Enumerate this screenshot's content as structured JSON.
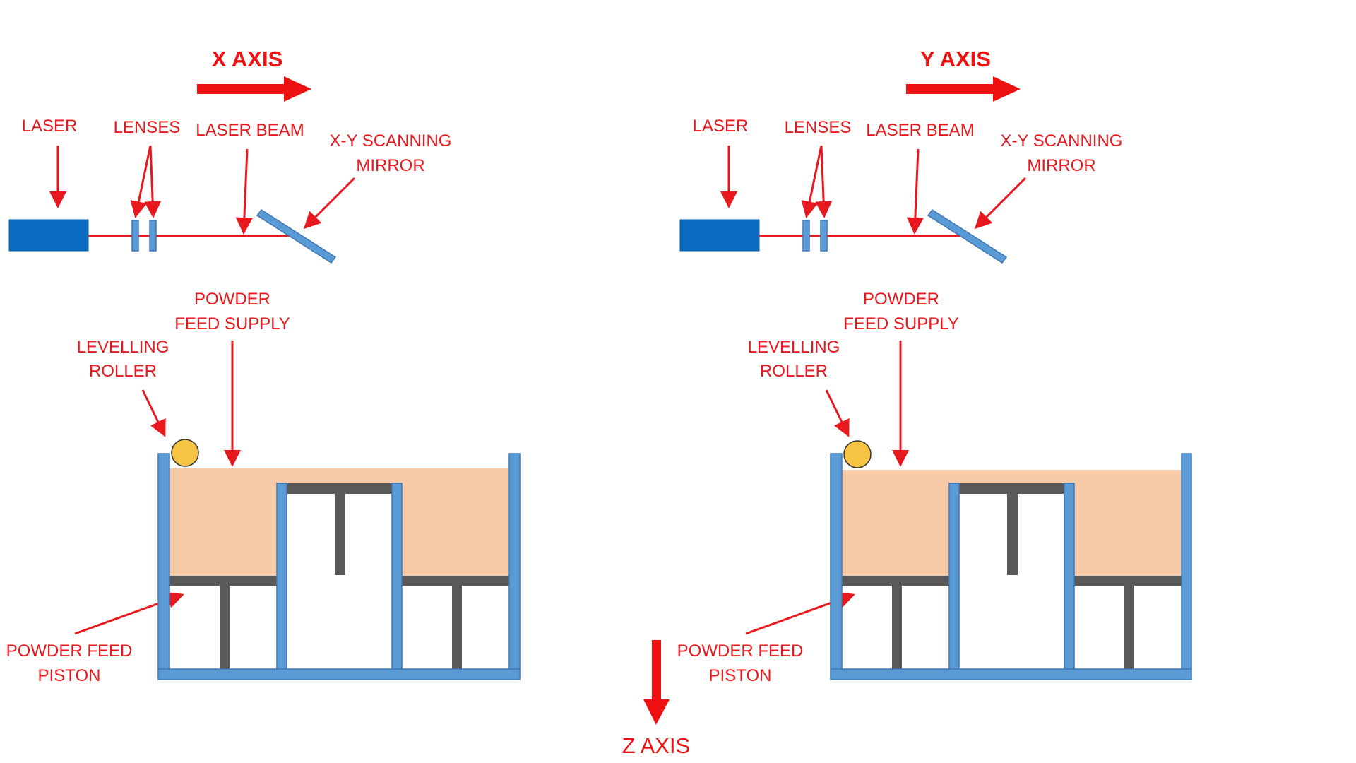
{
  "colors": {
    "label": "#e8191e",
    "arrow": "#ee1111",
    "laser_body": "#0a6cc1",
    "frame": "#5b9bd5",
    "frame_stroke": "#3f77b5",
    "powder": "#f7cba8",
    "piston": "#595959",
    "roller": "#f6c342"
  },
  "panels": [
    {
      "axis_label": "X AXIS",
      "labels": {
        "laser": "LASER",
        "lenses": "LENSES",
        "laser_beam": "LASER BEAM",
        "mirror_line1": "X-Y SCANNING",
        "mirror_line2": "MIRROR",
        "powder_supply_line1": "POWDER",
        "powder_supply_line2": "FEED SUPPLY",
        "roller_line1": "LEVELLING",
        "roller_line2": "ROLLER",
        "piston_line1": "POWDER FEED",
        "piston_line2": "PISTON"
      }
    },
    {
      "axis_label": "Y AXIS",
      "labels": {
        "laser": "LASER",
        "lenses": "LENSES",
        "laser_beam": "LASER BEAM",
        "mirror_line1": "X-Y SCANNING",
        "mirror_line2": "MIRROR",
        "powder_supply_line1": "POWDER",
        "powder_supply_line2": "FEED SUPPLY",
        "roller_line1": "LEVELLING",
        "roller_line2": "ROLLER",
        "piston_line1": "POWDER FEED",
        "piston_line2": "PISTON"
      }
    }
  ],
  "z_axis_label": "Z AXIS"
}
